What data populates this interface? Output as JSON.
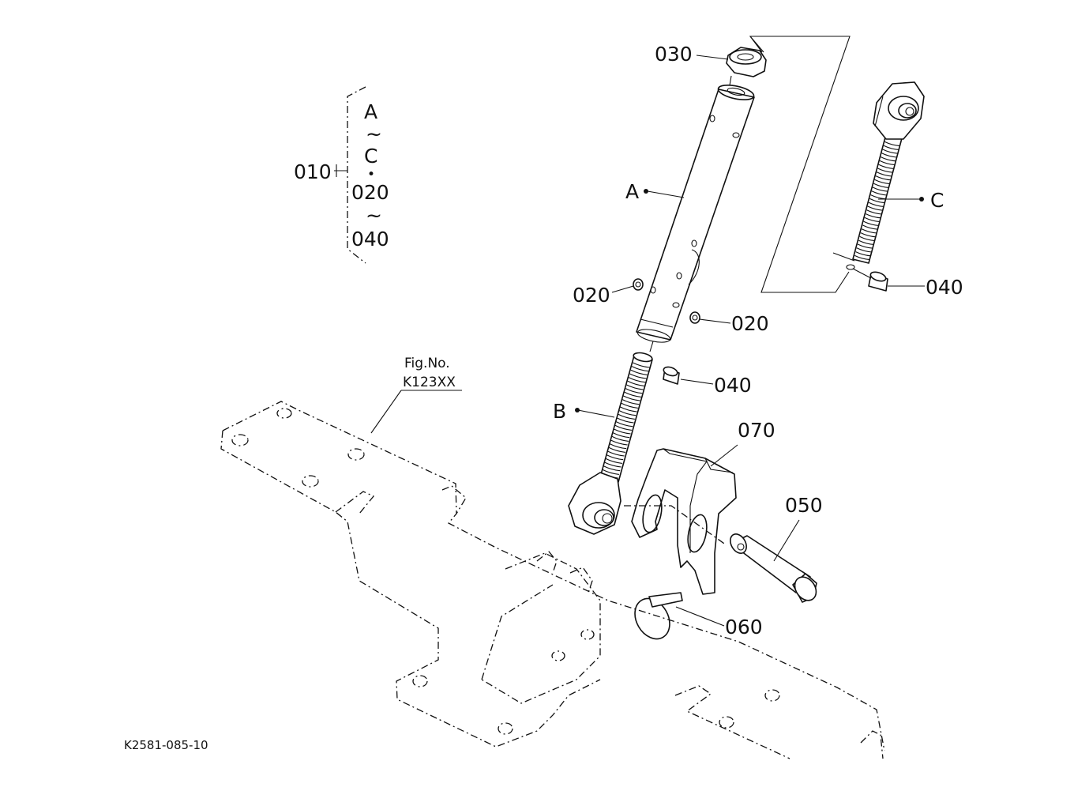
{
  "diagram": {
    "parts": {
      "p010": "010",
      "p020a": "020",
      "p020b": "020",
      "p030": "030",
      "p040a": "040",
      "p040b": "040",
      "p050": "050",
      "p060": "060",
      "p070": "070",
      "A": "A",
      "B": "B",
      "C": "C"
    },
    "assembly_key": {
      "line1": "A",
      "tilde1": "~",
      "line2": "C",
      "dot": "•",
      "line3": "020",
      "tilde2": "~",
      "line4": "040"
    },
    "figref": {
      "line1": "Fig.No.",
      "line2": "K123XX"
    },
    "drawing_id": "K2581-085-10"
  }
}
